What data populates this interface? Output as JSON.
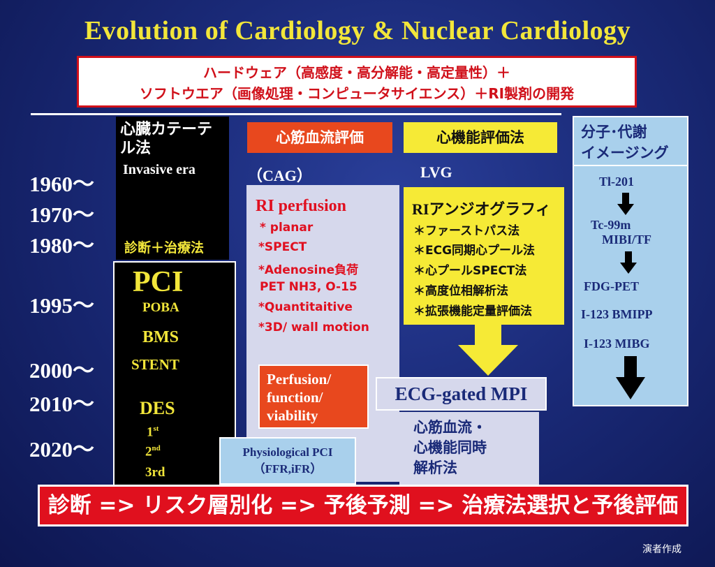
{
  "title": "Evolution of Cardiology & Nuclear Cardiology",
  "top_box": {
    "line1": "ハードウェア（高感度・高分解能・高定量性）＋",
    "line2": "ソフトウエア（画像処理・コンピュータサイエンス）＋RI製剤の開発"
  },
  "years": [
    "1960〜",
    "1970〜",
    "1980〜",
    "1995〜",
    "2000〜",
    "2010〜",
    "2020〜"
  ],
  "catheter": {
    "header": "心臓カテーテル法",
    "invasive": "Invasive era",
    "diag": "診断＋治療法",
    "pci": "PCI",
    "poba": "POBA",
    "bms": "BMS",
    "stent": "STENT",
    "des": "DES",
    "gen1": "1",
    "gen1_sup": "st",
    "gen2": "2",
    "gen2_sup": "nd",
    "gen3": "3rd"
  },
  "perfusion": {
    "header": "心筋血流評価",
    "cag": "（CAG）",
    "title": "RI perfusion",
    "items": [
      "* planar",
      "*SPECT",
      "*Adenosine負荷",
      "PET NH3, O-15",
      "*Quantitaitive",
      "*3D/ wall motion"
    ]
  },
  "function": {
    "header": "心機能評価法",
    "lvg": "LVG",
    "title": "RIアンジオグラフィ",
    "items": [
      "＊ファーストパス法",
      "＊ECG同期心プール法",
      "＊心プールSPECT法",
      "＊高度位相解析法",
      "＊拡張機能定量評価法"
    ]
  },
  "molecular": {
    "header_line1": "分子･代謝",
    "header_line2": "イメージング",
    "tl": "Tl-201",
    "tc": "Tc-99m",
    "mibi": "MIBI/TF",
    "fdg": "FDG-PET",
    "bmipp": "I-123 BMIPP",
    "mibg": "I-123 MIBG"
  },
  "pfv": {
    "line1": "Perfusion/",
    "line2": "function/",
    "line3": "viability"
  },
  "ecg": {
    "title": "ECG-gated MPI",
    "line1": "心筋血流・",
    "line2": "心機能同時",
    "line3": "解析法"
  },
  "phys": {
    "line1": "Physiological PCI",
    "line2": "（FFR,iFR）"
  },
  "bottom": "診断 => リスク層別化 => 予後予測 => 治療法選択と予後評価",
  "credit": "演者作成",
  "colors": {
    "title": "#f2e63a",
    "red": "#e0101e",
    "orange": "#e8481e",
    "yellow": "#f6ea36",
    "lightblue": "#a9d0ec",
    "lavender": "#d6d8ec",
    "navy": "#1a2a78"
  }
}
